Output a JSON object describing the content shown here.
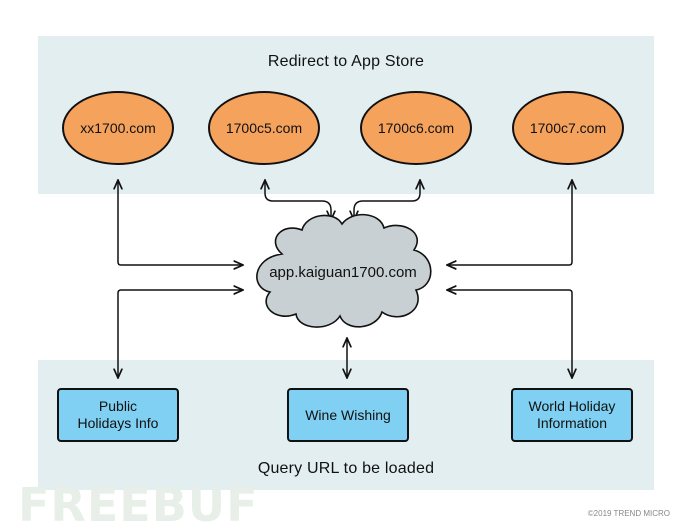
{
  "top_group": {
    "title": "Redirect to App Store"
  },
  "bottom_group": {
    "title": "Query URL to be loaded"
  },
  "hub": {
    "label": "app.kaiguan1700.com"
  },
  "domains": [
    {
      "label": "xx1700.com"
    },
    {
      "label": "1700c5.com"
    },
    {
      "label": "1700c6.com"
    },
    {
      "label": "1700c7.com"
    }
  ],
  "services": [
    {
      "label": "Public Holidays Info"
    },
    {
      "label": "Wine Wishing"
    },
    {
      "label": "World Holiday Information"
    }
  ],
  "footer": {
    "watermark": "FREEBUF",
    "copyright": "©2019 TREND MICRO"
  },
  "colors": {
    "panel": "#e3eef0",
    "domain_fill": "#f5a25d",
    "service_fill": "#7fd0f2",
    "cloud_fill": "#c8d0d3"
  }
}
